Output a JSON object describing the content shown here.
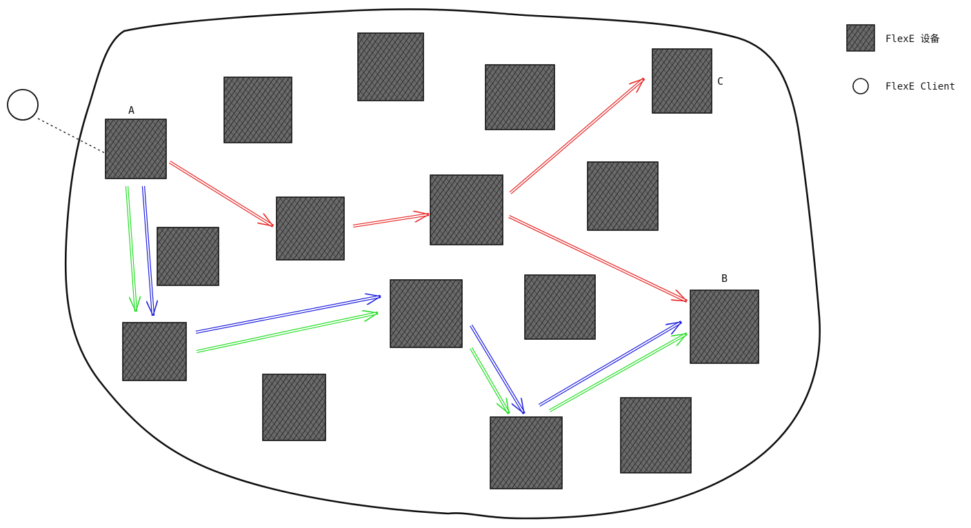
{
  "legend": {
    "device_label": "FlexE 设备",
    "client_label": "FlexE Client"
  },
  "node_labels": {
    "a": "A",
    "b": "B",
    "c": "C"
  },
  "colors": {
    "red_path": "#e82222",
    "blue_path": "#1a1adf",
    "green_path": "#22dd22",
    "device_fill": "#6a6a6a",
    "outline": "#111111"
  }
}
